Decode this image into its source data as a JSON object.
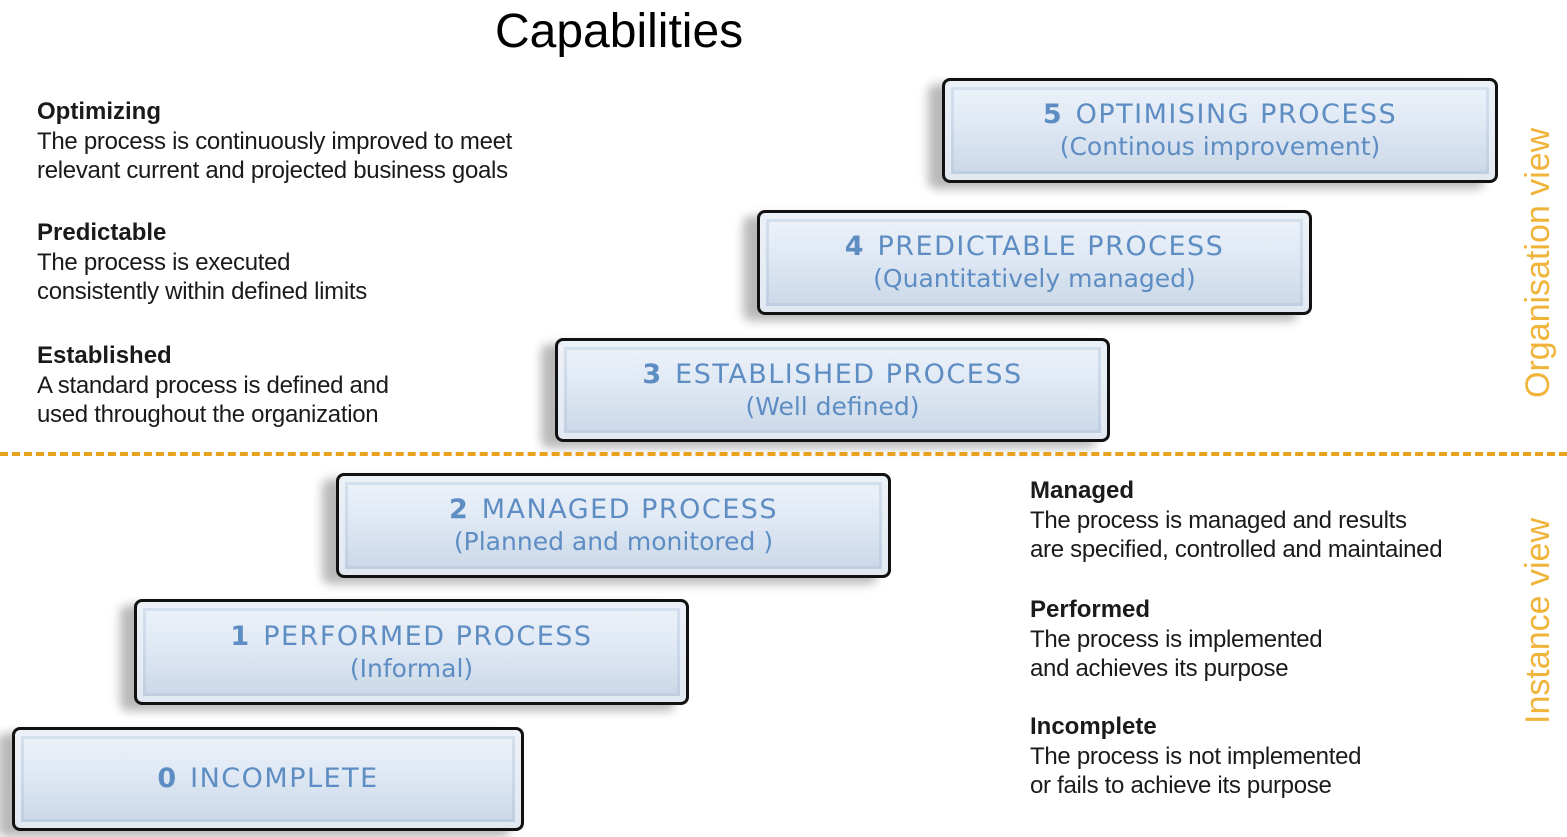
{
  "title": "Capabilities",
  "descriptions": {
    "optimizing": {
      "heading": "Optimizing",
      "line1": "The process is continuously improved to meet",
      "line2": "relevant current and projected business goals"
    },
    "predictable": {
      "heading": "Predictable",
      "line1": "The process is executed",
      "line2": "consistently within defined limits"
    },
    "established": {
      "heading": "Established",
      "line1": "A standard process is defined and",
      "line2": "used throughout the organization"
    },
    "managed": {
      "heading": "Managed",
      "line1": "The process is managed and results",
      "line2": "are specified, controlled and maintained"
    },
    "performed": {
      "heading": "Performed",
      "line1": "The process is implemented",
      "line2": "and achieves its purpose"
    },
    "incomplete": {
      "heading": "Incomplete",
      "line1": "The process is not implemented",
      "line2": "or fails to achieve its purpose"
    }
  },
  "levels": [
    {
      "number": "0",
      "name": "INCOMPLETE",
      "subtitle": ""
    },
    {
      "number": "1",
      "name": "PERFORMED PROCESS",
      "subtitle": "(Informal)"
    },
    {
      "number": "2",
      "name": "MANAGED PROCESS",
      "subtitle": "(Planned and monitored )"
    },
    {
      "number": "3",
      "name": "ESTABLISHED PROCESS",
      "subtitle": "(Well defined)"
    },
    {
      "number": "4",
      "name": "PREDICTABLE PROCESS",
      "subtitle": "(Quantitatively managed)"
    },
    {
      "number": "5",
      "name": "OPTIMISING PROCESS",
      "subtitle": "(Continous improvement)"
    }
  ],
  "side_labels": {
    "upper": "Organisation view",
    "lower": "Instance view"
  },
  "colors": {
    "step_text": "#5d8dc2",
    "divider": "#e8a21d",
    "side_label": "#f0b43a"
  }
}
